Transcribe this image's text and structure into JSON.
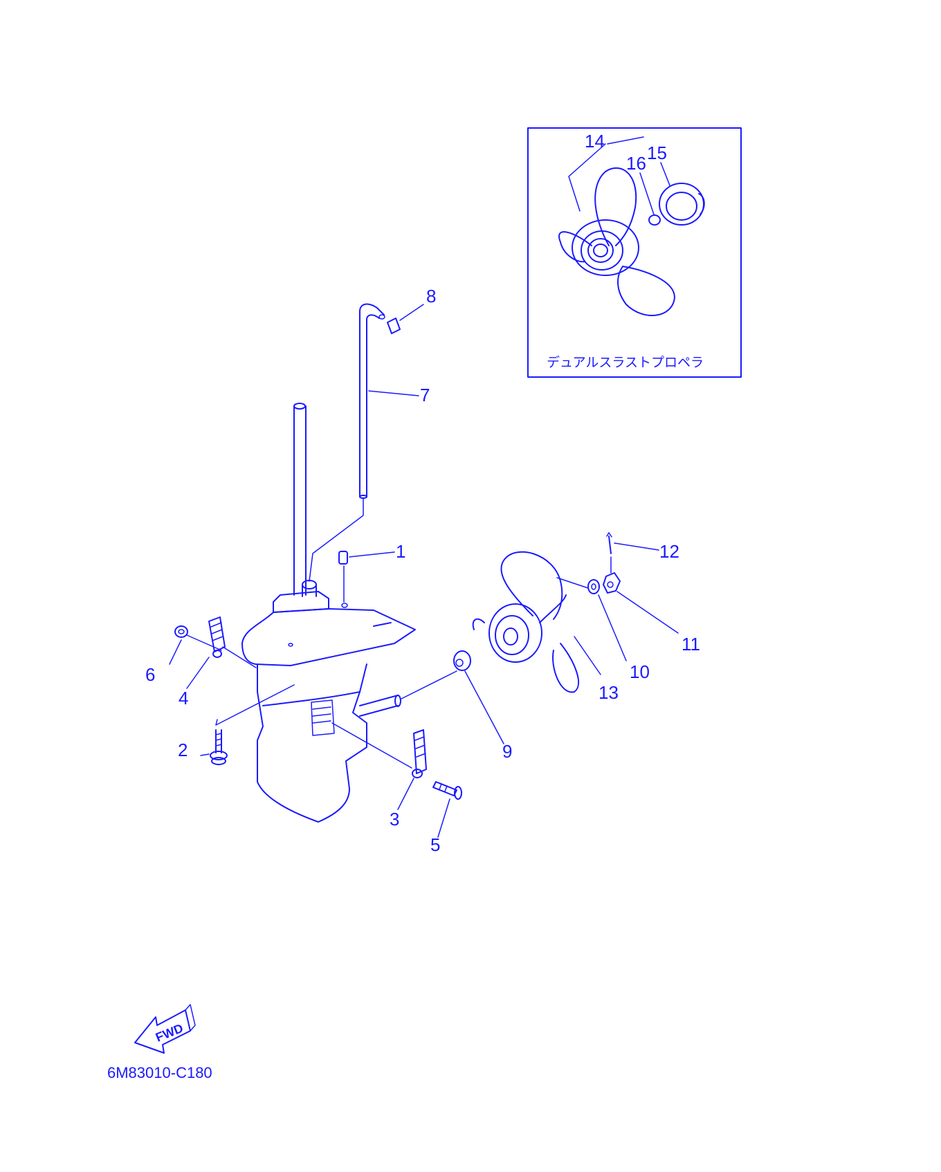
{
  "callouts": [
    "1",
    "2",
    "3",
    "4",
    "5",
    "6",
    "7",
    "8",
    "9",
    "10",
    "11",
    "12",
    "13",
    "14",
    "15",
    "16"
  ],
  "inset_caption": "デュアルスラストプロペラ",
  "fwd_label": "FWD",
  "diagram_code": "6M83010-C180",
  "colors": {
    "line": "#1a1aff",
    "background": "#ffffff"
  }
}
